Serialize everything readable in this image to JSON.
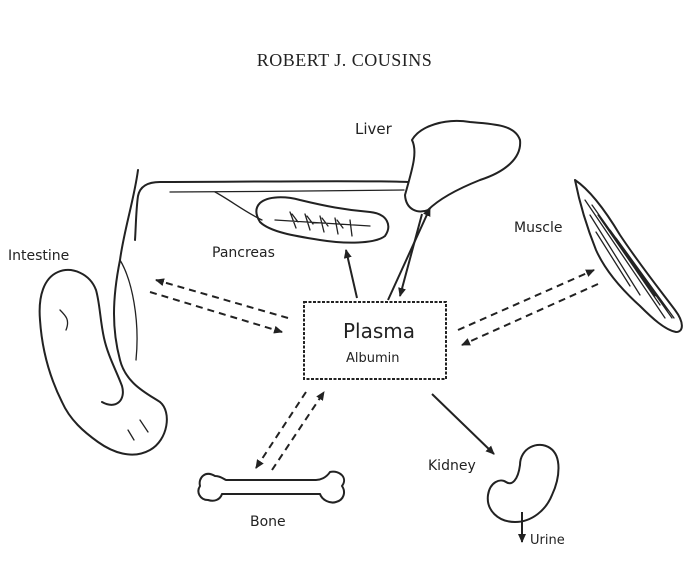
{
  "header": {
    "author": "ROBERT J. COUSINS"
  },
  "diagram": {
    "center": {
      "title": "Plasma",
      "subtitle": "Albumin"
    },
    "organs": {
      "liver": "Liver",
      "pancreas": "Pancreas",
      "intestine": "Intestine",
      "muscle": "Muscle",
      "bone": "Bone",
      "kidney": "Kidney",
      "urine": "Urine"
    }
  }
}
